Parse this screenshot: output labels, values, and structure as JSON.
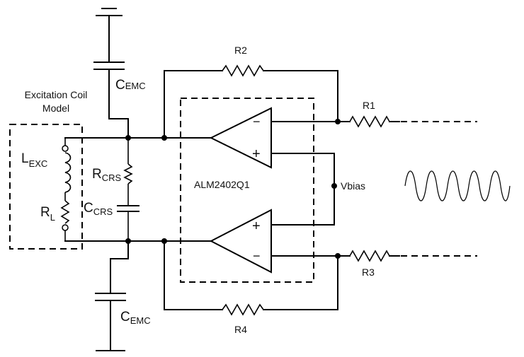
{
  "labels": {
    "coil_model_line1": "Excitation Coil",
    "coil_model_line2": "Model",
    "l_exc_main": "L",
    "l_exc_sub": "EXC",
    "r_l_main": "R",
    "r_l_sub": "L",
    "r_crs_main": "R",
    "r_crs_sub": "CRS",
    "c_crs_main": "C",
    "c_crs_sub": "CRS",
    "c_emc_top_main": "C",
    "c_emc_top_sub": "EMC",
    "c_emc_bottom_main": "C",
    "c_emc_bottom_sub": "EMC",
    "r1": "R1",
    "r2": "R2",
    "r3": "R3",
    "r4": "R4",
    "ic": "ALM2402Q1",
    "vbias": "Vbias",
    "opamp_top_minus": "−",
    "opamp_top_plus": "+",
    "opamp_bottom_plus": "+",
    "opamp_bottom_minus": "−"
  }
}
